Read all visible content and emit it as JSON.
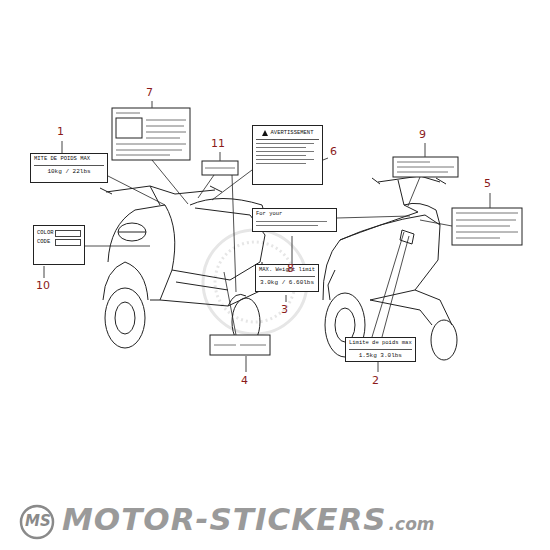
{
  "diagram": {
    "nodes": [
      {
        "text": [
          "AVERTISSEMENT"
        ]
      },
      {
        "text": [
          "MITE DE POIDS MAX",
          "10kg / 22lbs"
        ]
      },
      {
        "text": [
          "For your"
        ]
      },
      {
        "text": [
          "COLOR",
          "CODE"
        ]
      },
      {
        "text": [
          "MAX. Weight limit",
          "3.0kg / 6.60lbs"
        ]
      },
      {
        "text": [
          "Limite de poids max",
          "1.5kg    3.0lbs"
        ]
      }
    ],
    "labels": [
      "1",
      "7",
      "11",
      "6",
      "9",
      "5",
      "8",
      "10",
      "3",
      "4",
      "2",
      "MS",
      "MOTOR-STICKERS",
      ".com"
    ]
  }
}
